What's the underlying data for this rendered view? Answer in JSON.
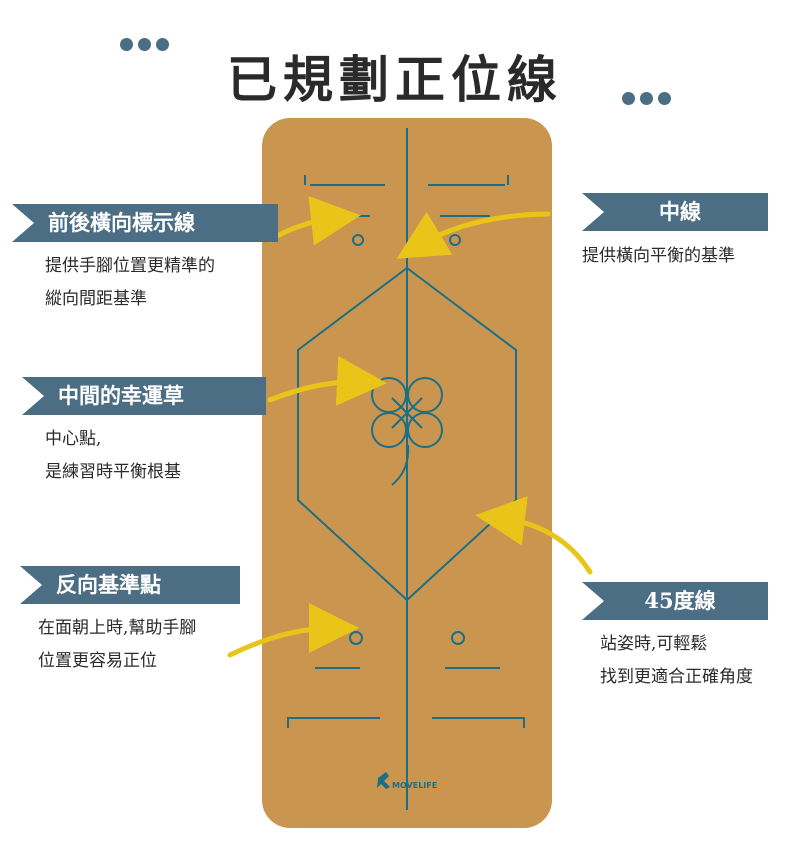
{
  "title": "已規劃正位線",
  "callouts": {
    "horizontal": {
      "label": "前後橫向標示線",
      "desc1": "提供手腳位置更精準的",
      "desc2": "縱向間距基準"
    },
    "clover": {
      "label": "中間的幸運草",
      "desc1": "中心點,",
      "desc2": "是練習時平衡根基"
    },
    "reverse": {
      "label": "反向基準點",
      "desc1": "在面朝上時,幫助手腳",
      "desc2": "位置更容易正位"
    },
    "center_line": {
      "label": "中線",
      "desc1": "提供橫向平衡的基準"
    },
    "angle": {
      "label": "45度線",
      "desc1": "站姿時,可輕鬆",
      "desc2": "找到更適合正確角度"
    }
  },
  "brand": "MOVELIFE",
  "colors": {
    "accent": "#4c6e84",
    "mat": "#c9954f",
    "line": "#1c6f86",
    "arrow": "#e9c419"
  }
}
